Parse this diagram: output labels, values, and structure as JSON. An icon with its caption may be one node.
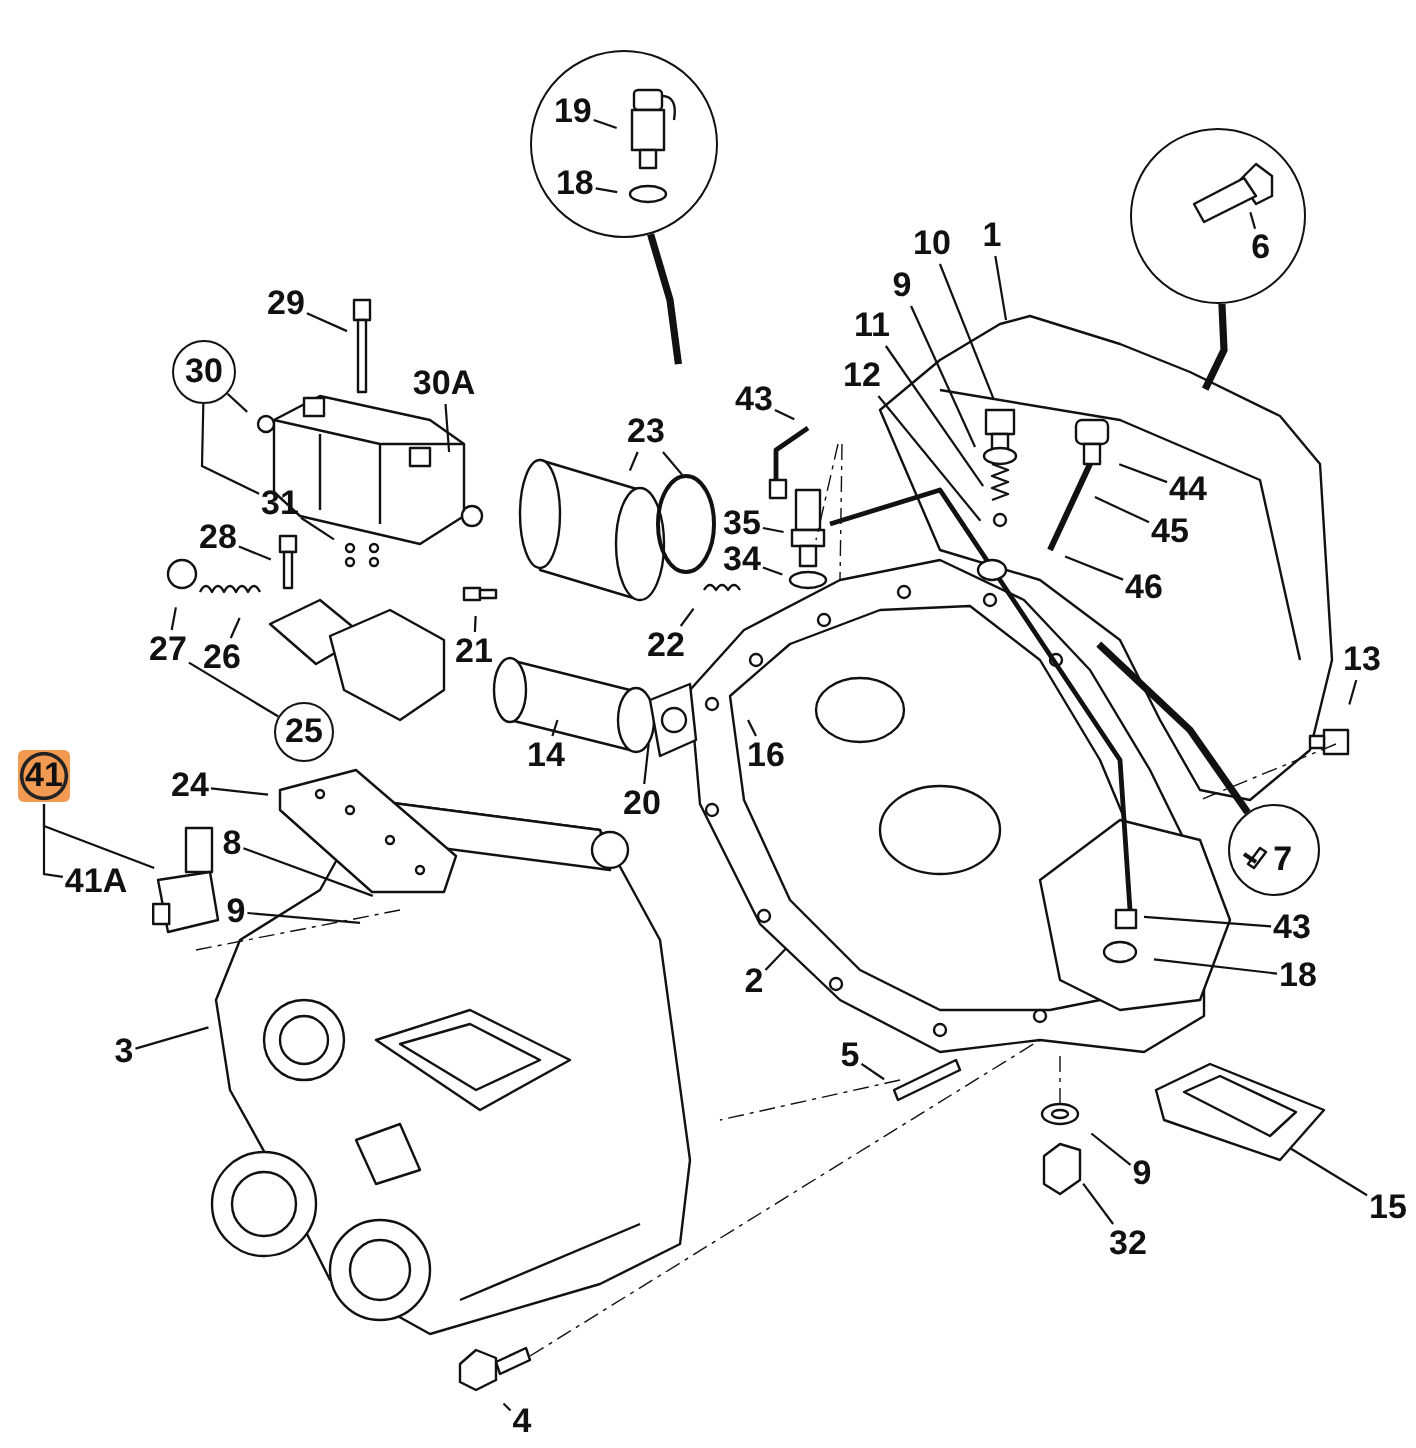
{
  "diagram": {
    "nodes": [
      {
        "text": [],
        "shape": "circle"
      },
      {
        "text": [
          "19"
        ],
        "in": 0
      },
      {
        "text": [
          "18"
        ],
        "in": 0
      },
      {
        "text": [],
        "shape": "circle"
      },
      {
        "text": [
          "6"
        ],
        "in": 3
      },
      {
        "text": [
          "10"
        ]
      },
      {
        "text": [
          "1"
        ]
      },
      {
        "text": [
          "9"
        ]
      },
      {
        "text": [
          "29"
        ]
      },
      {
        "text": [
          "11"
        ]
      },
      {
        "text": [
          "30"
        ]
      },
      {
        "text": [
          "12"
        ]
      },
      {
        "text": [
          "30A"
        ]
      },
      {
        "text": [
          "43"
        ]
      },
      {
        "text": [
          "23"
        ]
      },
      {
        "text": [
          "44"
        ]
      },
      {
        "text": [
          "31"
        ]
      },
      {
        "text": [
          "35"
        ]
      },
      {
        "text": [
          "45"
        ]
      },
      {
        "text": [
          "28"
        ]
      },
      {
        "text": [
          "34"
        ]
      },
      {
        "text": [
          "46"
        ]
      },
      {
        "text": [
          "27"
        ]
      },
      {
        "text": [
          "26"
        ]
      },
      {
        "text": [
          "21"
        ]
      },
      {
        "text": [
          "22"
        ]
      },
      {
        "text": [
          "13"
        ]
      },
      {
        "text": [
          "25"
        ]
      },
      {
        "text": [
          "14"
        ]
      },
      {
        "text": [
          "16"
        ]
      },
      {
        "text": [
          "41"
        ]
      },
      {
        "text": [
          "24"
        ]
      },
      {
        "text": [
          "20"
        ]
      },
      {
        "text": [],
        "shape": "circle"
      },
      {
        "text": [
          "7"
        ],
        "in": 33
      },
      {
        "text": [
          "8"
        ]
      },
      {
        "text": [
          "41A"
        ]
      },
      {
        "text": [
          "9"
        ]
      },
      {
        "text": [
          "43"
        ]
      },
      {
        "text": [
          "2"
        ]
      },
      {
        "text": [
          "18"
        ]
      },
      {
        "text": [
          "3"
        ]
      },
      {
        "text": [
          "5"
        ]
      },
      {
        "text": [
          "9"
        ]
      },
      {
        "text": [
          "15"
        ]
      },
      {
        "text": [
          "32"
        ]
      },
      {
        "text": [
          "4"
        ]
      },
      {
        "text": [],
        "shape": "picture"
      }
    ],
    "edges": [
      {
        "from": 1,
        "to": null,
        "arrow": "none"
      },
      {
        "from": 2,
        "to": null,
        "arrow": "none"
      },
      {
        "from": 0,
        "to": null,
        "arrow": "none",
        "style": "thick"
      },
      {
        "from": 4,
        "to": null,
        "arrow": "none"
      },
      {
        "from": 3,
        "to": null,
        "arrow": "none",
        "style": "thick"
      },
      {
        "from": 5,
        "to": null,
        "arrow": "none"
      },
      {
        "from": 6,
        "to": null,
        "arrow": "none"
      },
      {
        "from": 7,
        "to": null,
        "arrow": "none"
      },
      {
        "from": 8,
        "to": null,
        "arrow": "none"
      },
      {
        "from": 9,
        "to": null,
        "arrow": "none"
      },
      {
        "from": 10,
        "to": null,
        "arrow": "none"
      },
      {
        "from": 10,
        "to": 16,
        "arrow": "none"
      },
      {
        "from": 11,
        "to": null,
        "arrow": "none"
      },
      {
        "from": 12,
        "to": null,
        "arrow": "none"
      },
      {
        "from": 13,
        "to": null,
        "arrow": "none"
      },
      {
        "from": 14,
        "to": null,
        "arrow": "none"
      },
      {
        "from": 14,
        "to": null,
        "arrow": "none"
      },
      {
        "from": 15,
        "to": null,
        "arrow": "none"
      },
      {
        "from": 16,
        "to": null,
        "arrow": "none"
      },
      {
        "from": 17,
        "to": null,
        "arrow": "none"
      },
      {
        "from": 18,
        "to": null,
        "arrow": "none"
      },
      {
        "from": 19,
        "to": null,
        "arrow": "none"
      },
      {
        "from": 20,
        "to": null,
        "arrow": "none"
      },
      {
        "from": 21,
        "to": null,
        "arrow": "none"
      },
      {
        "from": 22,
        "to": null,
        "arrow": "none"
      },
      {
        "from": 22,
        "to": 27,
        "arrow": "none"
      },
      {
        "from": 23,
        "to": null,
        "arrow": "none"
      },
      {
        "from": 24,
        "to": null,
        "arrow": "none"
      },
      {
        "from": 25,
        "to": null,
        "arrow": "none"
      },
      {
        "from": 26,
        "to": null,
        "arrow": "none"
      },
      {
        "from": 28,
        "to": null,
        "arrow": "none"
      },
      {
        "from": 29,
        "to": null,
        "arrow": "none"
      },
      {
        "from": 30,
        "to": 47,
        "arrow": "none"
      },
      {
        "from": 30,
        "to": 36,
        "arrow": "none"
      },
      {
        "from": 31,
        "to": null,
        "arrow": "none"
      },
      {
        "from": 32,
        "to": null,
        "arrow": "none"
      },
      {
        "from": 33,
        "to": null,
        "arrow": "none",
        "style": "thick"
      },
      {
        "from": 35,
        "to": null,
        "arrow": "none"
      },
      {
        "from": 37,
        "to": null,
        "arrow": "none"
      },
      {
        "from": 38,
        "to": null,
        "arrow": "none"
      },
      {
        "from": 39,
        "to": null,
        "arrow": "none"
      },
      {
        "from": 40,
        "to": null,
        "arrow": "none"
      },
      {
        "from": 41,
        "to": null,
        "arrow": "none"
      },
      {
        "from": 42,
        "to": null,
        "arrow": "none"
      },
      {
        "from": 43,
        "to": null,
        "arrow": "none"
      },
      {
        "from": 44,
        "to": null,
        "arrow": "none"
      },
      {
        "from": 45,
        "to": null,
        "arrow": "none"
      },
      {
        "from": 46,
        "to": null,
        "arrow": "none"
      }
    ]
  }
}
